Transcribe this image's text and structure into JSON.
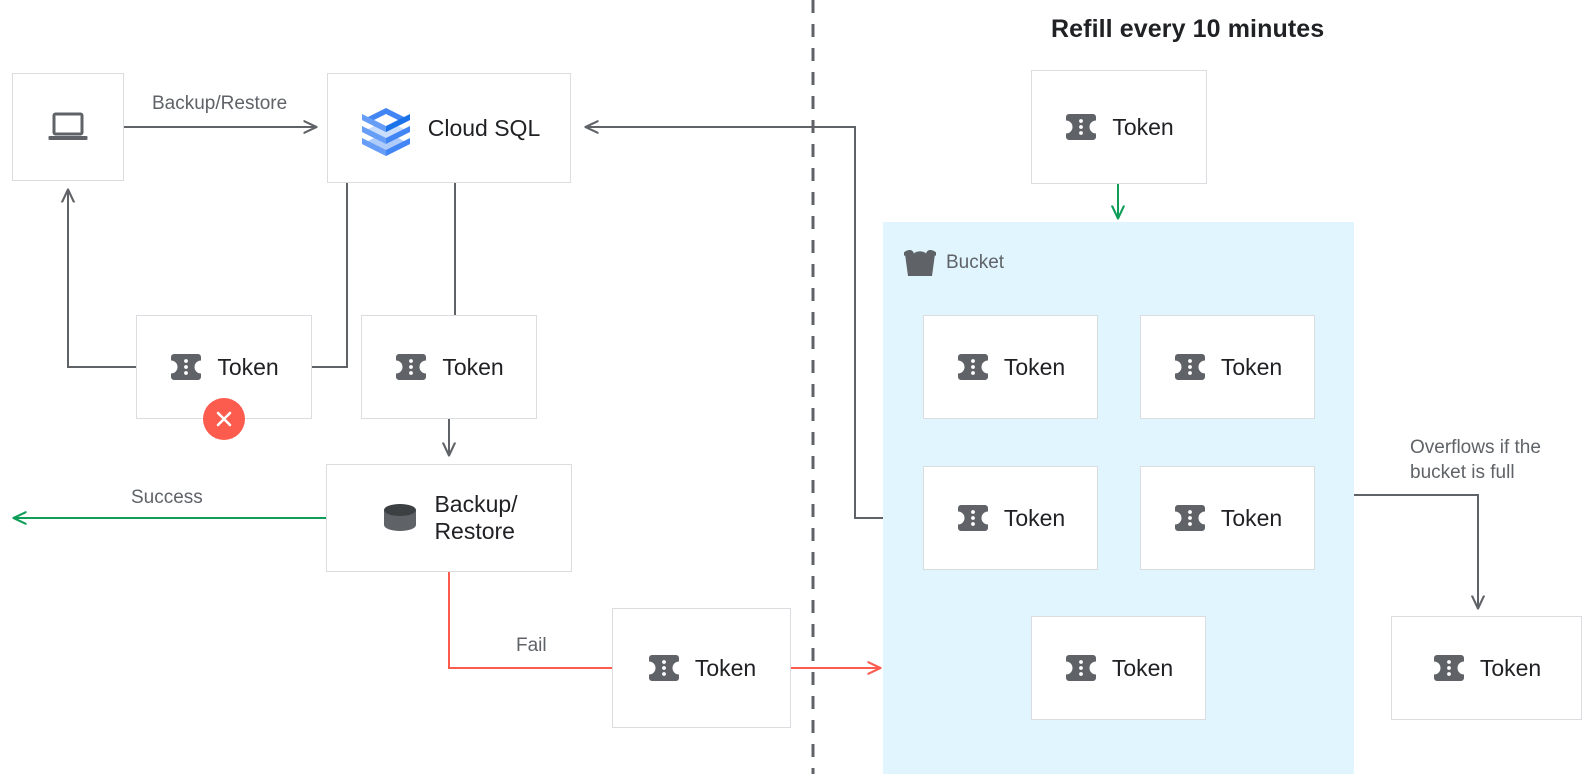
{
  "diagram": {
    "heading": "Refill every 10 minutes",
    "divider": "vertical-dashed-divider"
  },
  "colors": {
    "accent_blue": "#4285f4",
    "bucket_fill": "#e1f5fe",
    "success_green": "#0f9d58",
    "fail_red": "#fc5c4e",
    "edge_gray": "#5f6368",
    "box_border": "#dadce0",
    "text_dark": "#202124",
    "text_gray": "#5f6368"
  },
  "nodes": {
    "client": {
      "label": "",
      "icon": "laptop-icon"
    },
    "cloud_sql": {
      "label": "Cloud SQL",
      "icon": "cloud-sql-icon"
    },
    "token_failed": {
      "label": "Token",
      "icon": "token-icon",
      "badge": "error-x-icon"
    },
    "token_request": {
      "label": "Token",
      "icon": "token-icon"
    },
    "backup_restore": {
      "label": "Backup/\nRestore",
      "icon": "database-icon"
    },
    "token_fail_out": {
      "label": "Token",
      "icon": "token-icon"
    },
    "token_refill": {
      "label": "Token",
      "icon": "token-icon"
    },
    "token_overflow": {
      "label": "Token",
      "icon": "token-icon"
    }
  },
  "bucket": {
    "title": "Bucket",
    "icon": "bucket-icon",
    "tokens": [
      {
        "label": "Token",
        "icon": "token-icon"
      },
      {
        "label": "Token",
        "icon": "token-icon"
      },
      {
        "label": "Token",
        "icon": "token-icon"
      },
      {
        "label": "Token",
        "icon": "token-icon"
      },
      {
        "label": "Token",
        "icon": "token-icon"
      }
    ]
  },
  "edge_labels": {
    "backup_restore": "Backup/Restore",
    "success": "Success",
    "fail": "Fail",
    "overflow": "Overflows if the\nbucket is full"
  }
}
